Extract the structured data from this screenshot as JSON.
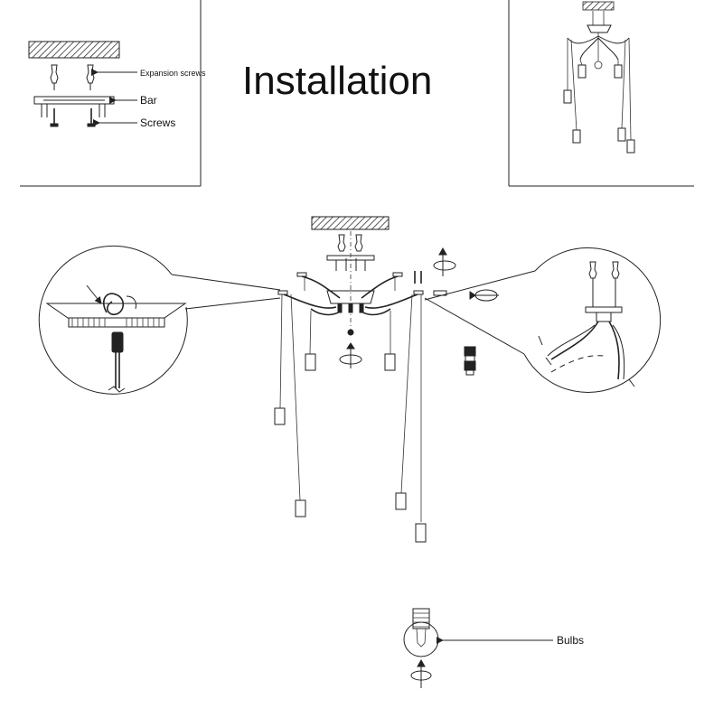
{
  "title": "Installation",
  "labels": {
    "expansion_screws": "Expansion screws",
    "bar": "Bar",
    "screws": "Screws",
    "bulbs": "Bulbs"
  }
}
